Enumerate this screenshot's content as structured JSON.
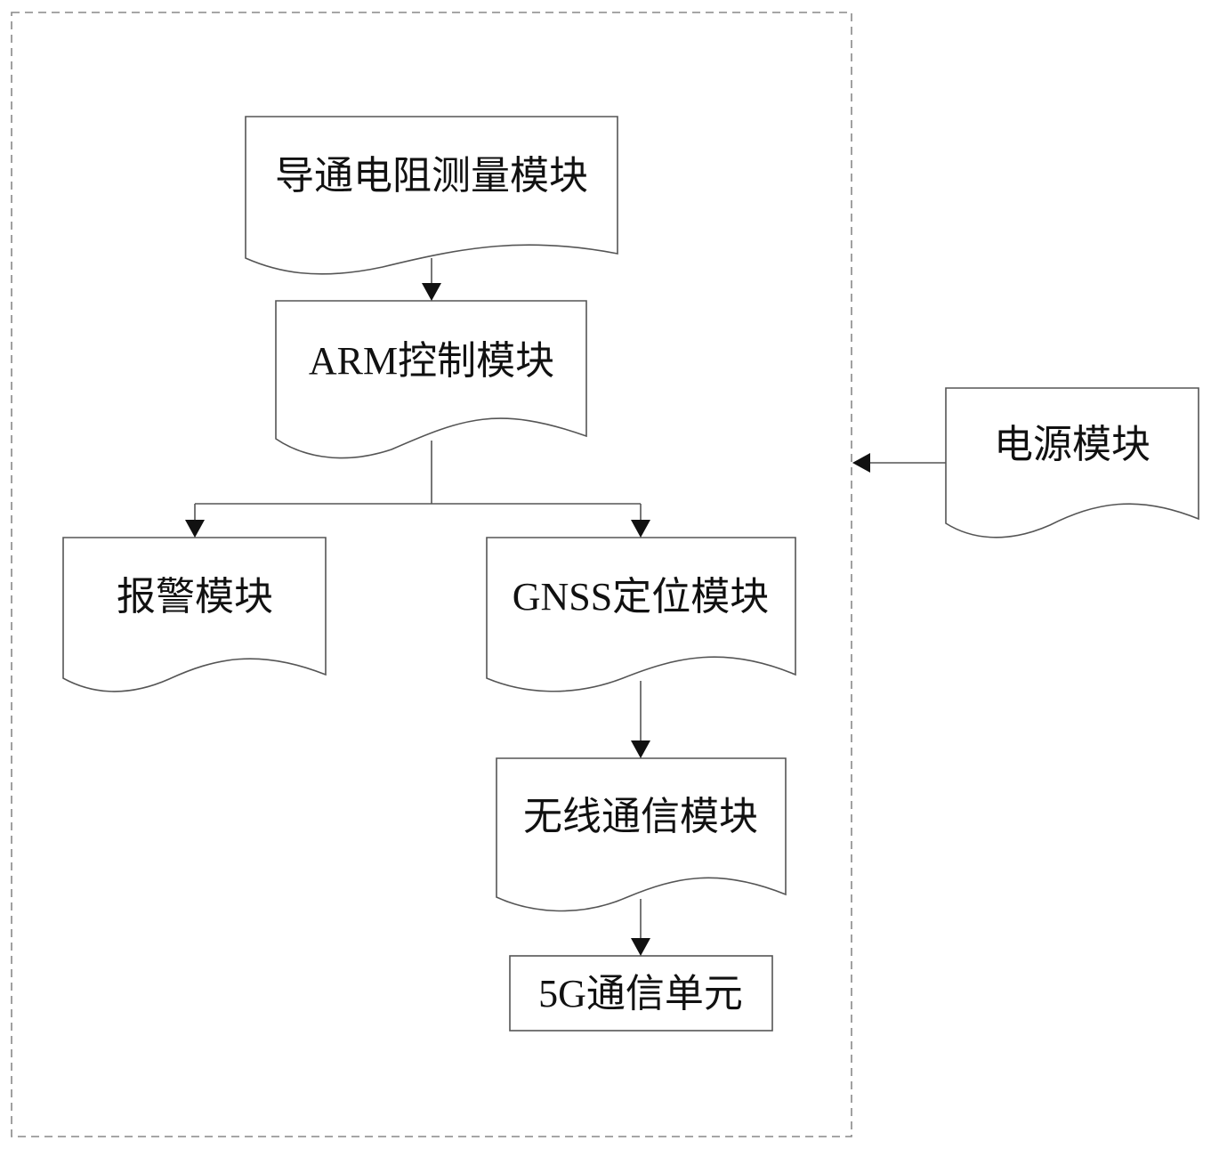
{
  "diagram": {
    "nodes": {
      "resistance": "导通电阻测量模块",
      "arm": "ARM控制模块",
      "alarm": "报警模块",
      "gnss": "GNSS定位模块",
      "wireless": "无线通信模块",
      "g5": "5G通信单元",
      "power": "电源模块"
    }
  }
}
